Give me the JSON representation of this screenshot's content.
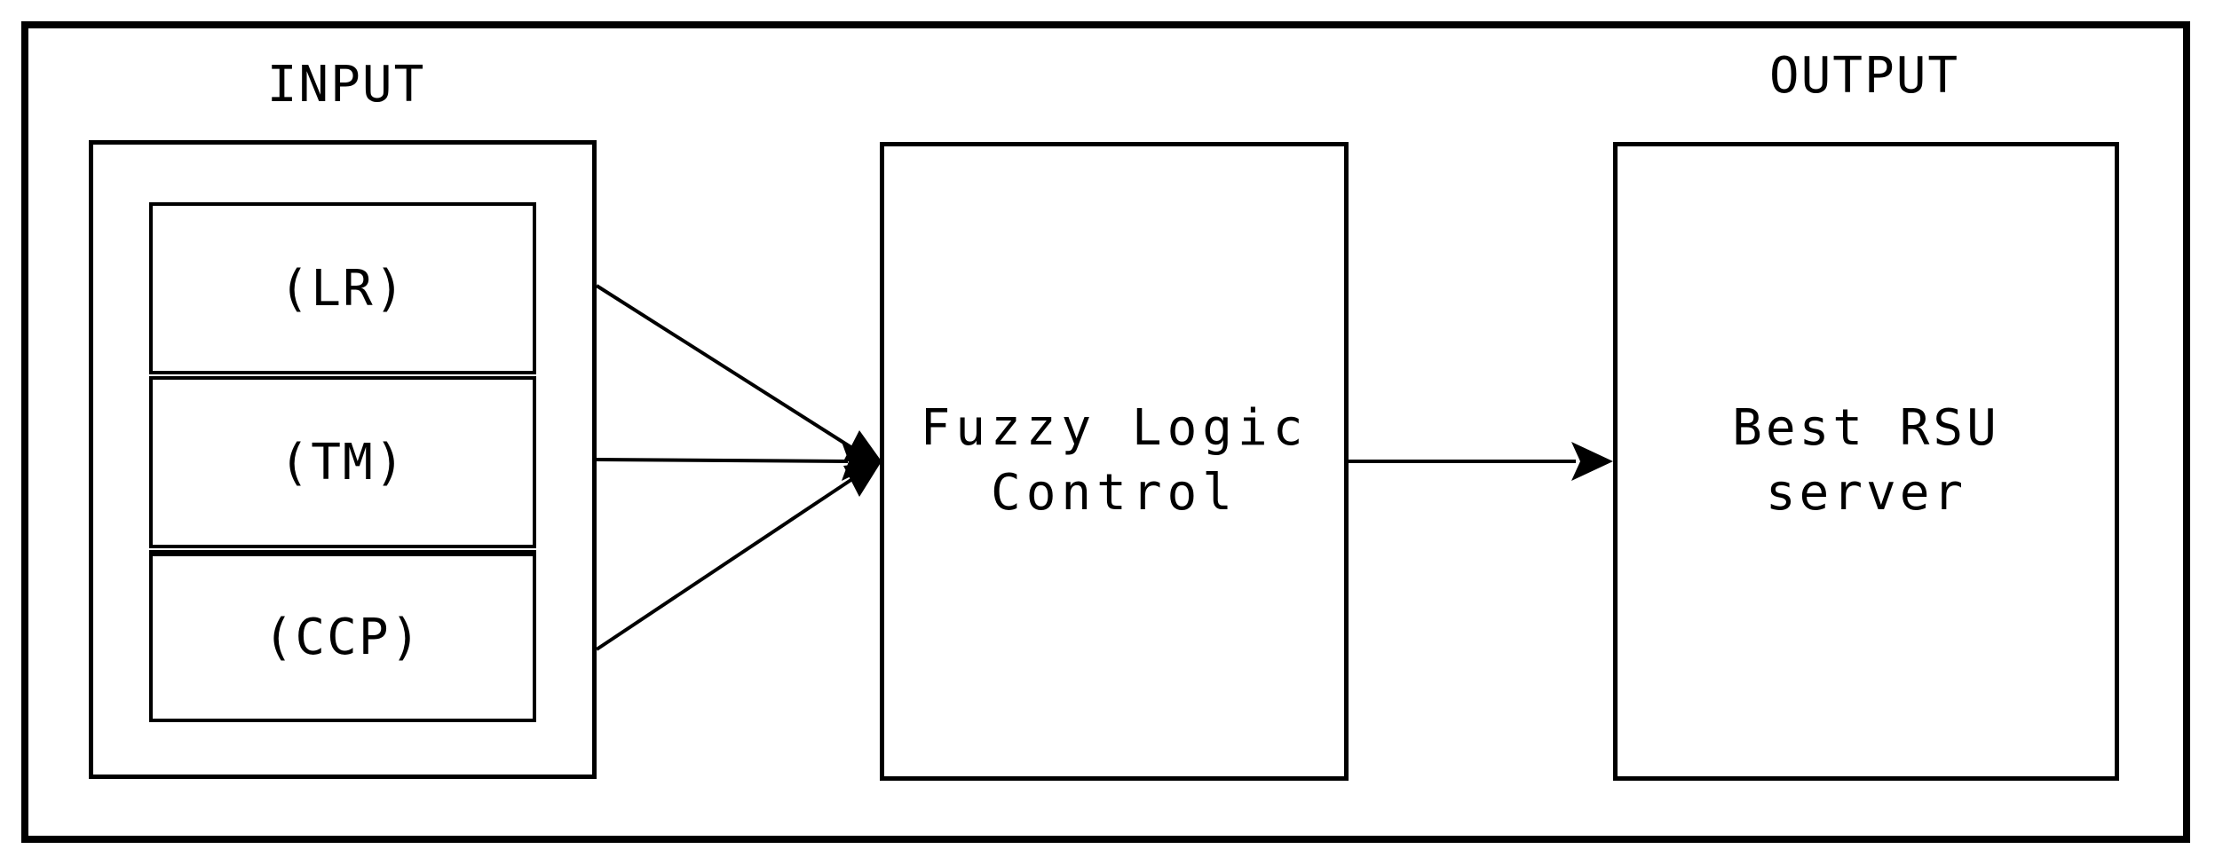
{
  "input": {
    "heading": "INPUT",
    "items": [
      "(LR)",
      "(TM)",
      "(CCP)"
    ]
  },
  "controller": {
    "line1": "Fuzzy Logic",
    "line2": "Control"
  },
  "output": {
    "heading": "OUTPUT",
    "label": "Best RSU server"
  }
}
